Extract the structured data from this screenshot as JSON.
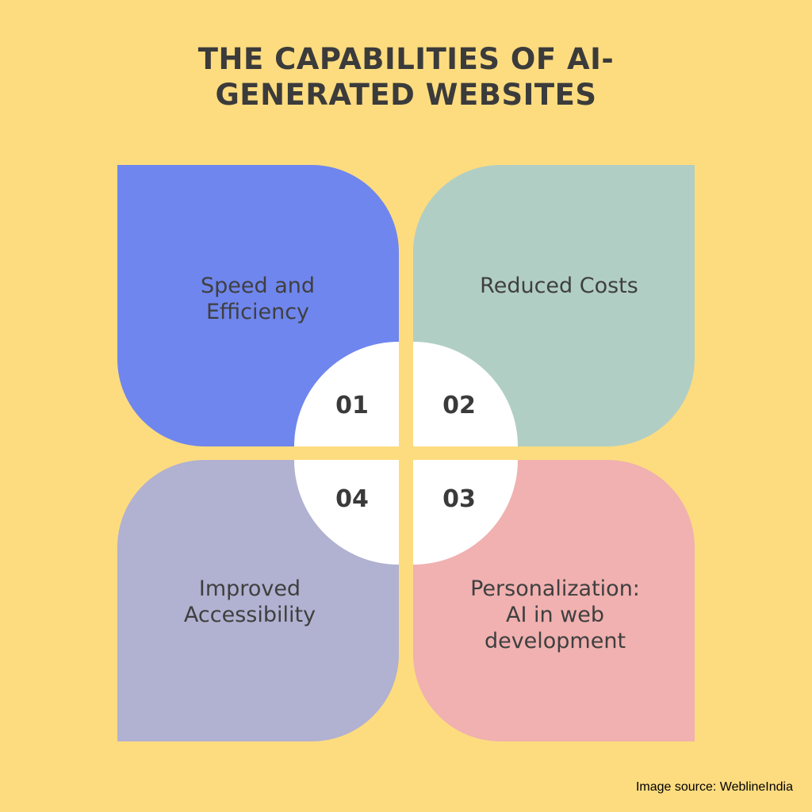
{
  "title": {
    "line1": "THE CAPABILITIES OF AI-",
    "line2": "GENERATED WEBSITES"
  },
  "items": [
    {
      "number": "01",
      "lines": [
        "Speed and",
        "Efficiency"
      ],
      "color": "#6f86ee"
    },
    {
      "number": "02",
      "lines": [
        "Reduced Costs"
      ],
      "color": "#b1cec5"
    },
    {
      "number": "03",
      "lines": [
        "Personalization:",
        "AI in web",
        "development"
      ],
      "color": "#f0b1b0"
    },
    {
      "number": "04",
      "lines": [
        "Improved",
        "Accessibility"
      ],
      "color": "#b1b1d1"
    }
  ],
  "credit": "Image source: WeblineIndia",
  "colors": {
    "background": "#fddc7f",
    "center": "#ffffff",
    "text": "#3b3b3b"
  }
}
